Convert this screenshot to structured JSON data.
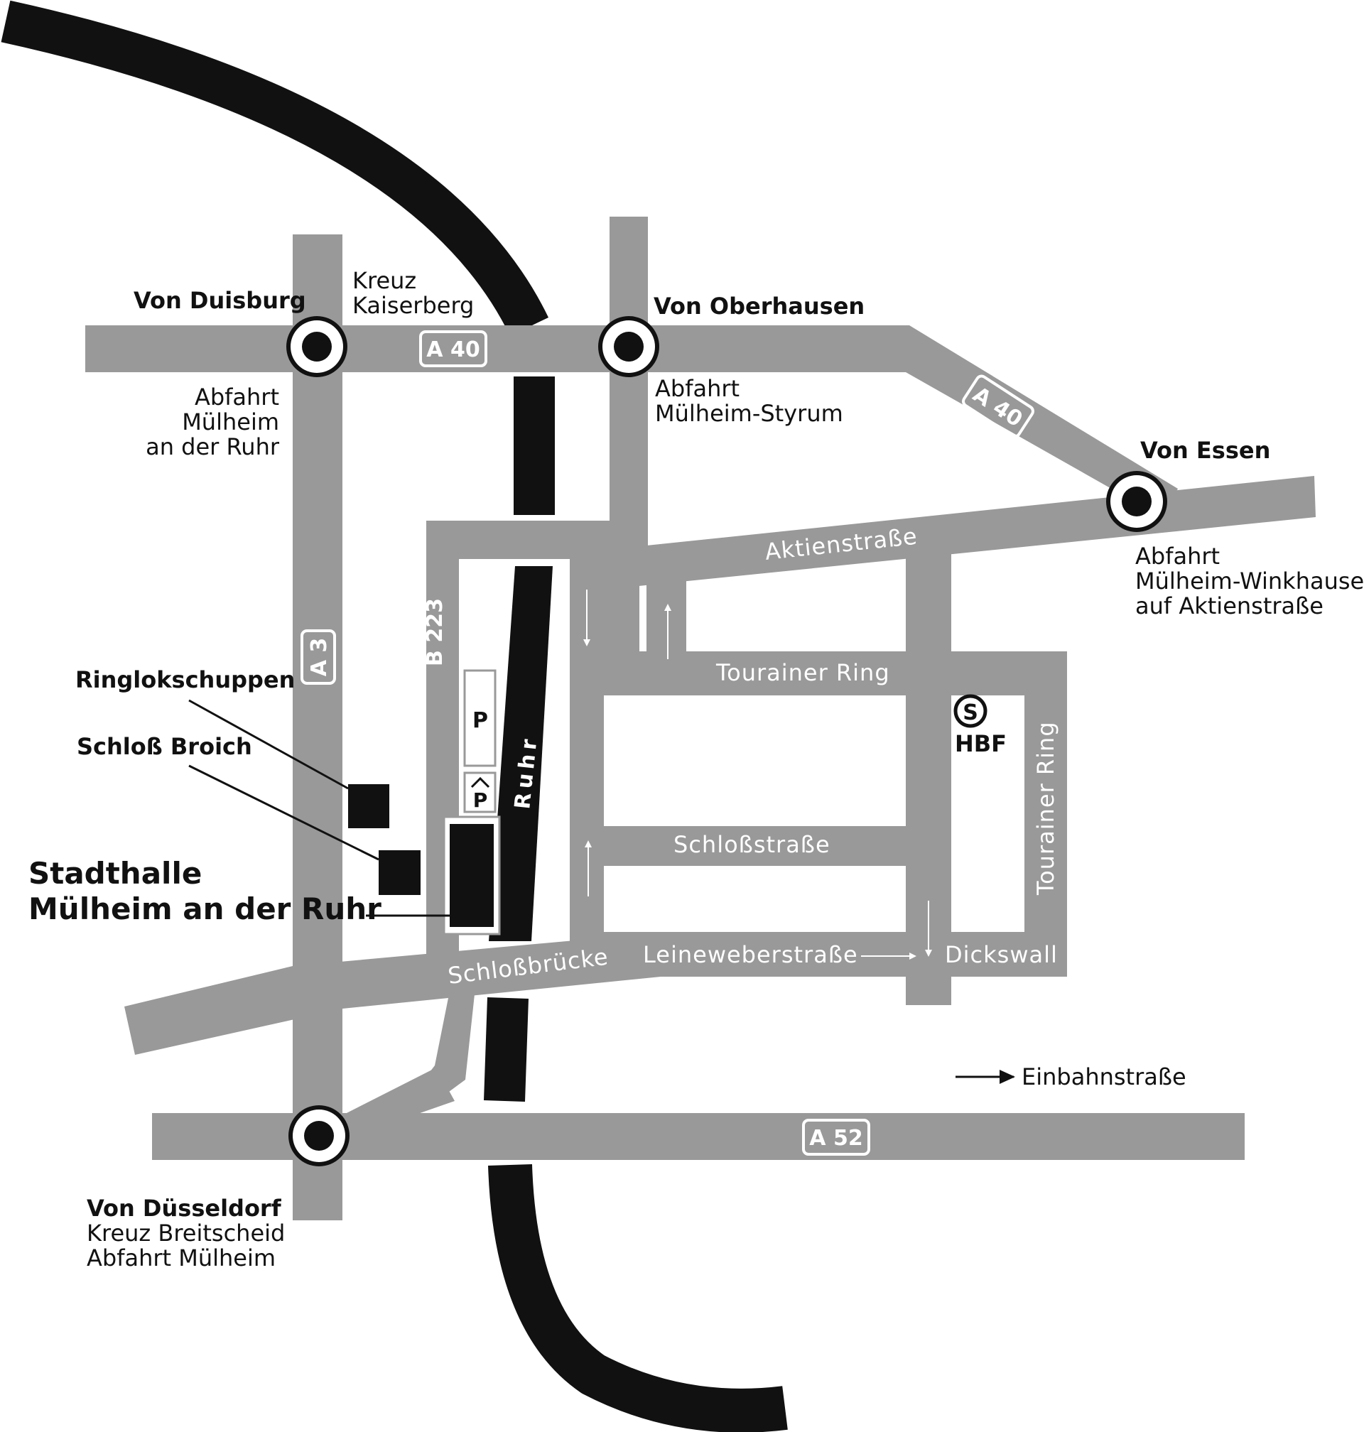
{
  "colors": {
    "road": "#999999",
    "river": "#111111",
    "background": "#ffffff",
    "label": "#111111",
    "road_label": "#ffffff"
  },
  "river": {
    "name_upper": "Ruhr",
    "name_center": "Ruhr"
  },
  "shields": {
    "a40_west": "A 40",
    "a40_east": "A 40",
    "a3": "A 3",
    "b223": "B 223",
    "a52": "A 52"
  },
  "streets": {
    "aktienstrasse": "Aktienstraße",
    "tourainer_ring_h": "Tourainer Ring",
    "tourainer_ring_v": "Tourainer Ring",
    "schlossstrasse": "Schloßstraße",
    "schlossbruecke": "Schloßbrücke",
    "leineweberstrasse": "Leineweberstraße",
    "dickswall": "Dickswall"
  },
  "origins": {
    "duisburg": {
      "title": "Von Duisburg",
      "exit": [
        "Abfahrt",
        "Mülheim",
        "an der Ruhr"
      ]
    },
    "kaiserberg": {
      "lines": [
        "Kreuz",
        "Kaiserberg"
      ]
    },
    "oberhausen": {
      "title": "Von Oberhausen",
      "exit": [
        "Abfahrt",
        "Mülheim-Styrum"
      ]
    },
    "essen": {
      "title": "Von Essen",
      "exit": [
        "Abfahrt",
        "Mülheim-Winkhausen",
        "auf Aktienstraße"
      ]
    },
    "duesseldorf": {
      "title": "Von Düsseldorf",
      "exit": [
        "Kreuz Breitscheid",
        "Abfahrt Mülheim"
      ]
    }
  },
  "landmarks": {
    "ringlokschuppen": "Ringlokschuppen",
    "schloss_broich": "Schloß Broich",
    "venue": [
      "Stadthalle",
      "Mülheim an der Ruhr"
    ],
    "hbf": "HBF",
    "sbahn_symbol": "S",
    "parking_1": "P",
    "parking_2": "P"
  },
  "legend": {
    "oneway": "Einbahnstraße"
  },
  "icons": {
    "interchange": "interchange-icon",
    "sbahn": "sbahn-icon",
    "parking": "parking-icon",
    "parking_garage": "parking-garage-icon",
    "oneway_arrow": "oneway-arrow-icon"
  }
}
